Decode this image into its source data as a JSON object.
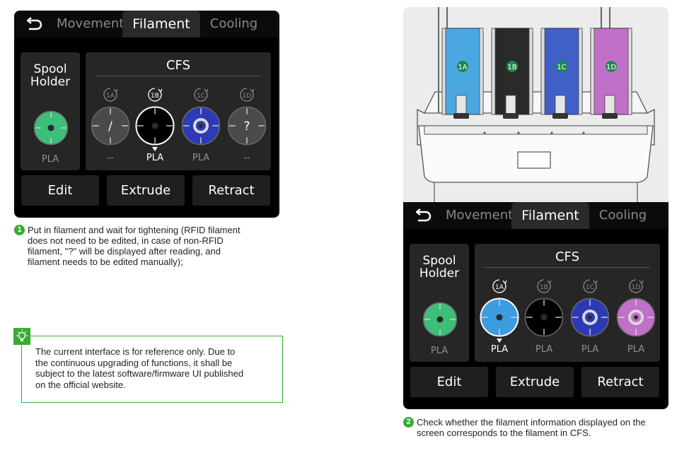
{
  "colors": {
    "accent": "#3aaa35",
    "screen_bg": "#000000",
    "panel_bg": "#262626",
    "tab_active_bg": "#2a2a2a"
  },
  "screen1": {
    "tabs": [
      "Movement",
      "Filament",
      "Cooling"
    ],
    "active_tab": "Filament",
    "spool_holder": {
      "label": "Spool\nHolder",
      "type": "PLA",
      "color": "#3dbf7a"
    },
    "cfs_title": "CFS",
    "slots": [
      {
        "id": "1A",
        "center": "/",
        "type": "--",
        "color": "#4a4a4a",
        "active": false
      },
      {
        "id": "1B",
        "center": "dot",
        "type": "PLA",
        "color": "#000000",
        "active": true
      },
      {
        "id": "1C",
        "center": "ring",
        "type": "PLA",
        "color": "#2d3ab5",
        "active": false
      },
      {
        "id": "1D",
        "center": "?",
        "type": "--",
        "color": "#4a4a4a",
        "active": false
      }
    ],
    "buttons": {
      "edit": "Edit",
      "extrude": "Extrude",
      "retract": "Retract"
    }
  },
  "screen2": {
    "tabs": [
      "Movement",
      "Filament",
      "Cooling"
    ],
    "active_tab": "Filament",
    "spool_holder": {
      "label": "Spool\nHolder",
      "type": "PLA",
      "color": "#3dbf7a"
    },
    "cfs_title": "CFS",
    "slots": [
      {
        "id": "1A",
        "center": "dot",
        "type": "PLA",
        "color": "#3b9ce0",
        "active": true
      },
      {
        "id": "1B",
        "center": "dot",
        "type": "PLA",
        "color": "#000000",
        "active": false
      },
      {
        "id": "1C",
        "center": "ring",
        "type": "PLA",
        "color": "#2d3ab5",
        "active": false
      },
      {
        "id": "1D",
        "center": "ring",
        "type": "PLA",
        "color": "#c070c8",
        "active": false
      }
    ],
    "buttons": {
      "edit": "Edit",
      "extrude": "Extrude",
      "retract": "Retract"
    }
  },
  "illustration": {
    "spools": [
      {
        "id": "1A",
        "color": "#4ba7e0"
      },
      {
        "id": "1B",
        "color": "#2a2a2a"
      },
      {
        "id": "1C",
        "color": "#4060c8"
      },
      {
        "id": "1D",
        "color": "#c070c8"
      }
    ]
  },
  "step1": {
    "number": "1",
    "text": "Put in filament and wait for tightening (RFID filament\ndoes not need to be edited, in case of non-RFID\nfilament, \"?\" will be displayed after reading, and\nfilament needs to be edited manually);"
  },
  "step2": {
    "number": "2",
    "text": "Check whether the filament information displayed on the\nscreen corresponds to the filament in CFS."
  },
  "note": {
    "icon": "lightbulb-icon",
    "text": "The current interface is for reference only. Due to\nthe continuous upgrading of functions, it shall be\nsubject to the latest software/firmware UI published\non the official website."
  }
}
